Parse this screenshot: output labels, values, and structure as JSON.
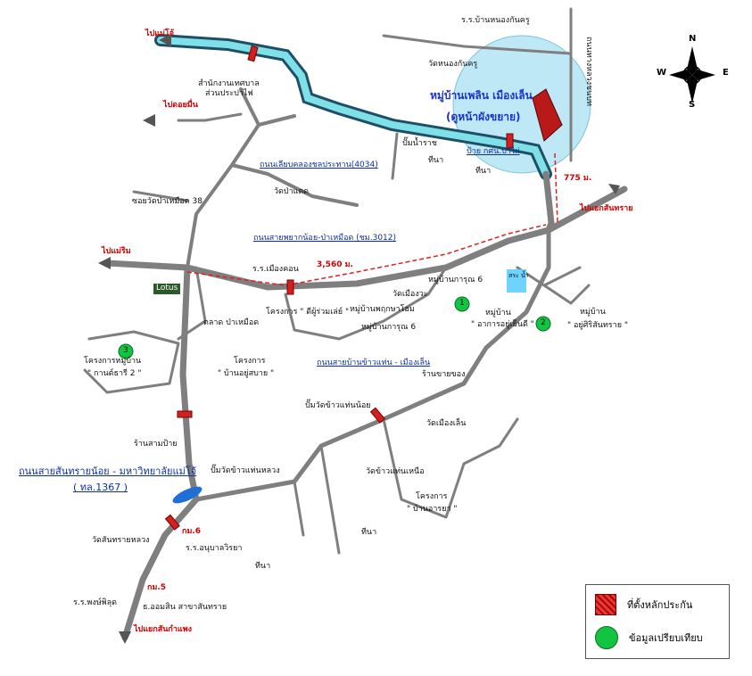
{
  "labels": {
    "to_maejo": "ไปแม่โจ้",
    "to_dongmun": "ไปดอยมื่น",
    "to_maerim": "ไปแม่ริม",
    "to_sansai_yaek": "ไปแยกสันทราย",
    "to_sankaphaeng": "ไปแยกสันกำแพง",
    "school_nongkhonkru": "ร.ร.บ้านหนองกันครู",
    "temple_nongkhonkru": "วัดหนองกันครู",
    "project_title_1": "หมู่บ้านเพลิน เมืองเล็น",
    "project_title_2": "(ดูหน้าผังขยาย)",
    "road_east": "ถนนทางหลวงชนบท",
    "office_waterworks_1": "สำนักงานเทศบาล",
    "office_waterworks_2": "ส่วนประปาไฟ",
    "irrigation_road": "ถนนเลียบคลองชลประทาน(4034)",
    "temple_padaeng": "วัดป่าแดด",
    "soi_38": "ซอยวัดป่าเหมือด 38",
    "rd_3012": "ถนนสายพยากน้อย-ป่าเหมือด (ชม.3012)",
    "school_muangkhon": "ร.ร.เมืองคอน",
    "dist_3560": "3,560 ม.",
    "dist_775": "775 ม.",
    "tesco": "Lotus",
    "project_dee": "โครงการ \" ดีผู้ร่วมเล่ย์ \"",
    "village_phueksa": "หมู่บ้านพฤกษาโฮม",
    "village_karun6a": "หมู่บ้านการุณ 6",
    "village_karun6b": "หมู่บ้านการุณ 6",
    "temple_muangwa": "วัดเมืองวะ",
    "market": "ตลาด ป่าเหมือด",
    "village_arkarn": "หมู่บ้าน",
    "village_arkarn2": "\" อาการอยู่เย็นดี \"",
    "village_yusri_1": "หมู่บ้าน",
    "village_yusri_2": "\" อยู่ศิริสันทราย \"",
    "water": "สระ น้ำ",
    "village_kanda_1": "โครงการหมู่บ้าน",
    "village_kanda_2": "\" กานต์ธารี 2 \"",
    "project_yusaran_1": "โครงการ",
    "project_yusaran_2": "\" บ้านอยู่สบาย \"",
    "rd_chaowang": "ถนนสายบ้านข้าวแท่น - เมืองเล็น",
    "shop_drink": "ร้านขายของ",
    "gas_chaowang": "ปั๊มวัดข้าวแท่นน้อย",
    "temple_muanglen": "วัดเมืองเล็น",
    "shop_pump": "ร้านสามป้าย",
    "main_road_1": "ถนนสายสันทรายน้อย - มหาวิทยาลัยแม่โจ้",
    "main_road_2": "( ทล.1367 )",
    "temple_chaowang_lg": "ปั๊มวัดข้าวแท่นหลวง",
    "temple_chaowang_nuea": "วัดข้าวแท่นเหนือ",
    "project_arthitaya_1": "โครงการ",
    "project_arthitaya_2": "\" บ้านอารยา \"",
    "km6": "กม.6",
    "km5": "กม.5",
    "temple_sansai_luang": "วัดสันทรายหลวง",
    "school_anuban": "ร.ร.อนุบาลวิรยา",
    "field": "ทีนา",
    "temple_pongphilat": "ร.ร.พงษ์พิลุด",
    "bank": "ธ.ออมสิน สาขาสันทราย",
    "plaza_sign": "ป้าย กศน.ป่าไผ่",
    "irrig_gate": "ปั๊มน้ำราช",
    "marker_1": "1",
    "marker_2": "2",
    "marker_3": "3"
  },
  "legend": {
    "red_label": "ที่ตั้งหลักประกัน",
    "green_label": "ข้อมูลเปรียบเทียบ"
  },
  "compass": {
    "n": "N",
    "s": "S",
    "e": "E",
    "w": "W"
  },
  "colors": {
    "road": "#808080",
    "canal": "#6fd3d9",
    "circle": "#bfe8f6",
    "red": "#d21f1f",
    "green": "#11c441",
    "route": "#e02020"
  }
}
